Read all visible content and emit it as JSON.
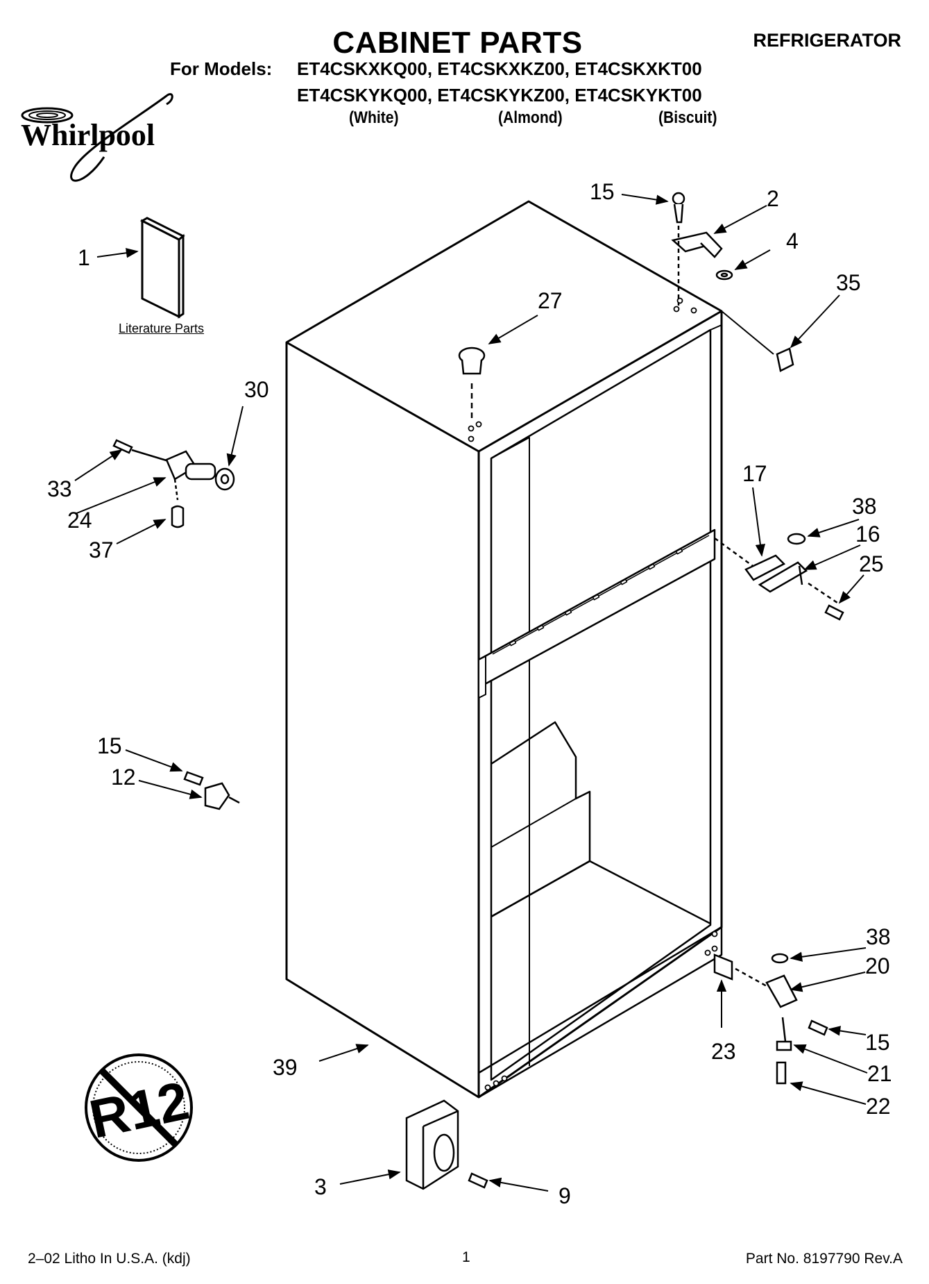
{
  "header": {
    "title": "CABINET PARTS",
    "category": "REFRIGERATOR",
    "models_label": "For Models:",
    "models_line1": "ET4CSKXKQ00, ET4CSKXKZ00, ET4CSKXKT00",
    "models_line2": "ET4CSKYKQ00, ET4CSKYKZ00, ET4CSKYKT00",
    "colors": [
      "(White)",
      "(Almond)",
      "(Biscuit)"
    ]
  },
  "brand": {
    "logo_text": "Whirlpool"
  },
  "literature_label": "Literature Parts",
  "r12_symbol_text": "R12",
  "callouts": [
    "15",
    "2",
    "4",
    "35",
    "1",
    "27",
    "30",
    "33",
    "24",
    "37",
    "17",
    "38",
    "16",
    "25",
    "15",
    "12",
    "38",
    "20",
    "15",
    "23",
    "21",
    "39",
    "22",
    "3",
    "9"
  ],
  "footer": {
    "left": "2–02 Litho In U.S.A. (kdj)",
    "center": "1",
    "right": "Part No. 8197790 Rev.A"
  }
}
